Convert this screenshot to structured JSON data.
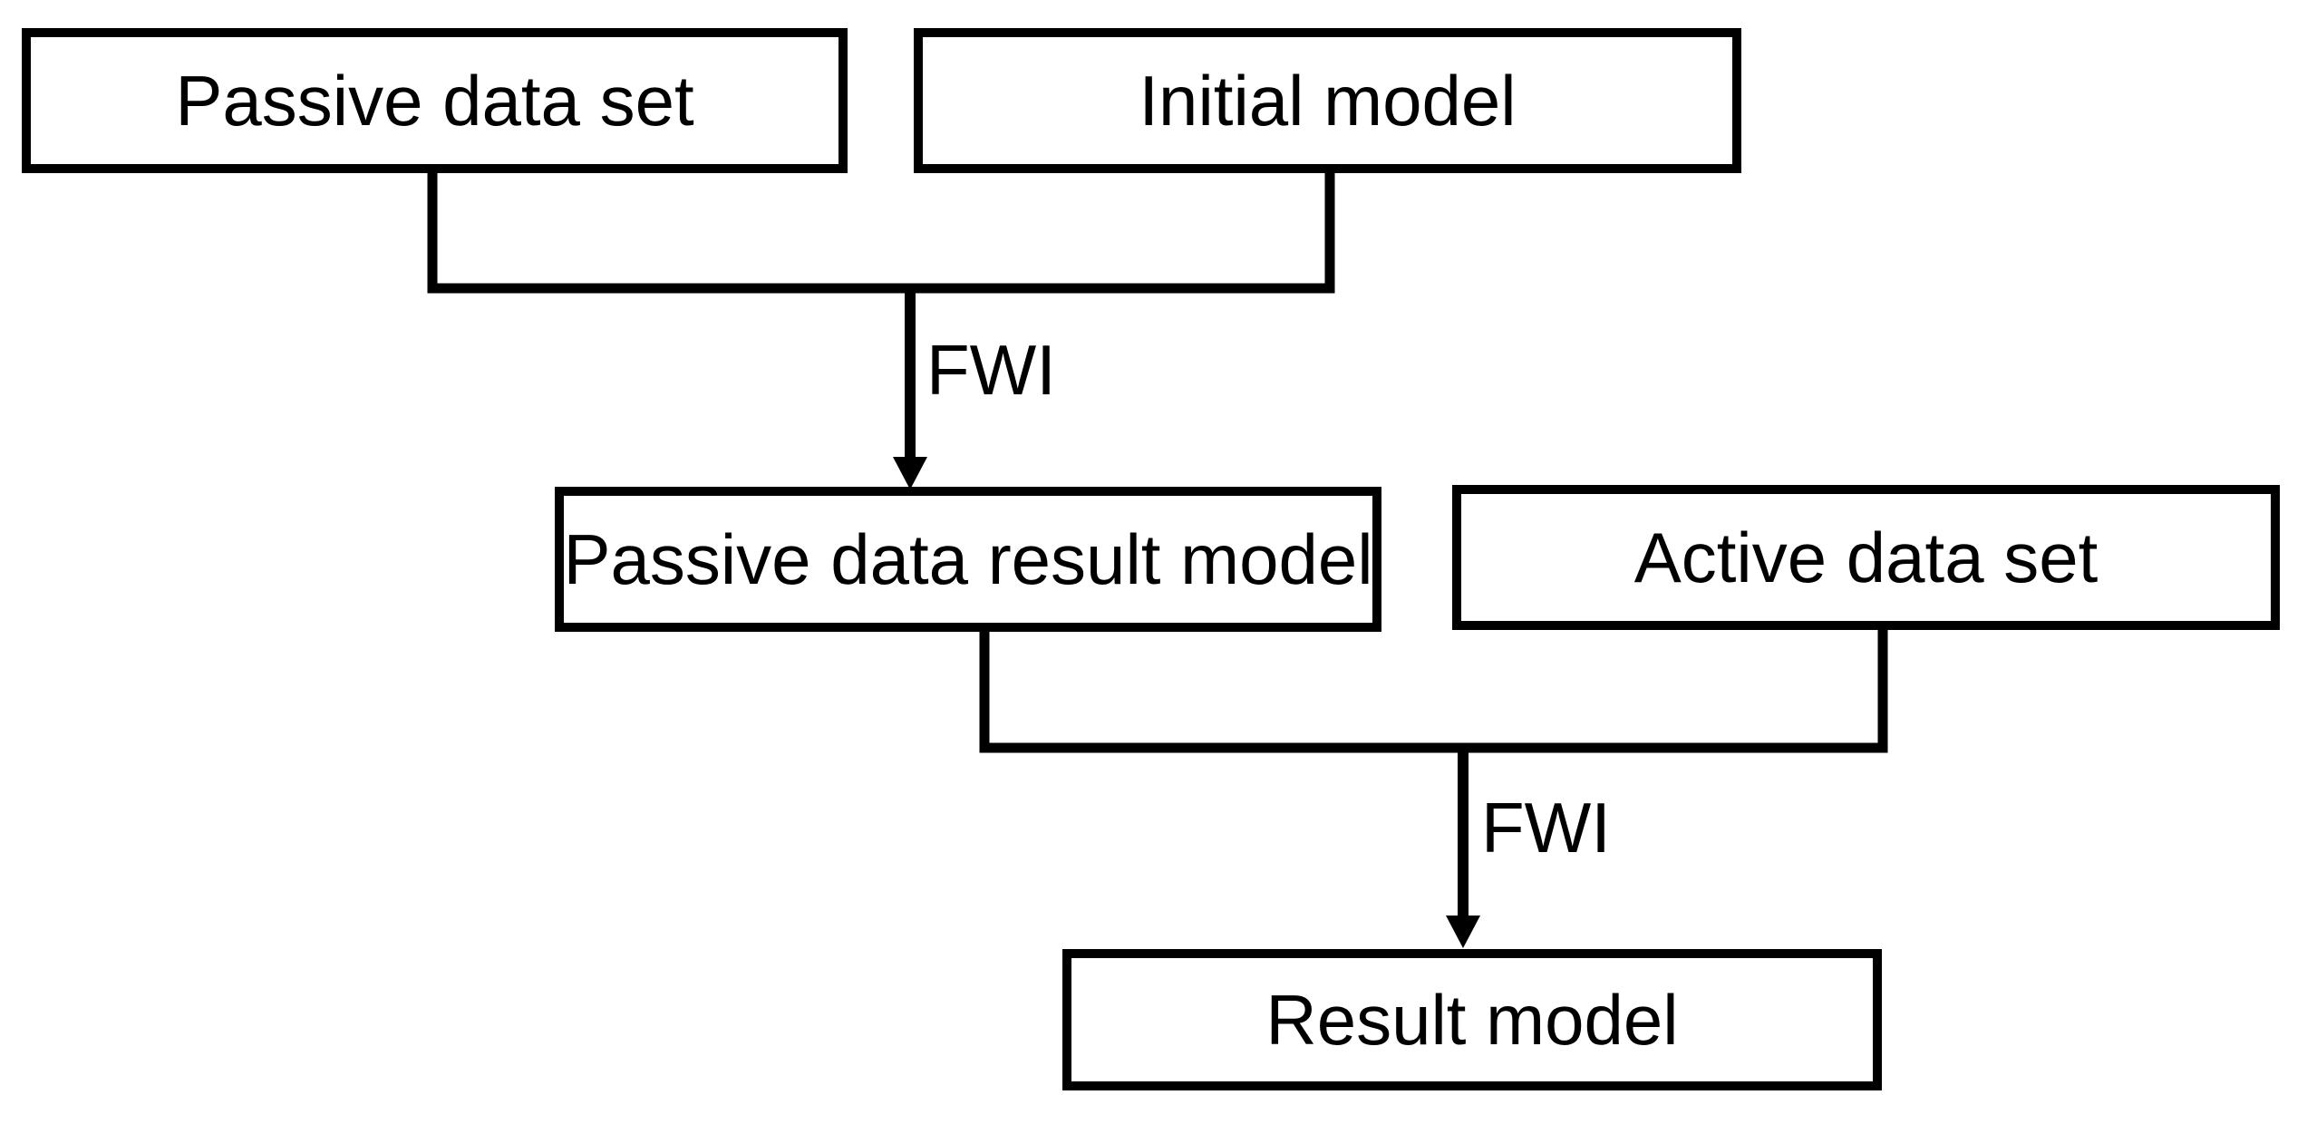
{
  "diagram": {
    "type": "flowchart",
    "background_color": "#ffffff",
    "line_color": "#000000",
    "text_color": "#000000",
    "nodes": [
      {
        "id": "passive-data-set",
        "label": "Passive data set"
      },
      {
        "id": "initial-model",
        "label": "Initial model"
      },
      {
        "id": "passive-data-result-model",
        "label": "Passive data result model"
      },
      {
        "id": "active-data-set",
        "label": "Active data set"
      },
      {
        "id": "result-model",
        "label": "Result model"
      }
    ],
    "edges": [
      {
        "from": [
          "passive-data-set",
          "initial-model"
        ],
        "to": "passive-data-result-model",
        "label": "FWI"
      },
      {
        "from": [
          "passive-data-result-model",
          "active-data-set"
        ],
        "to": "result-model",
        "label": "FWI"
      }
    ]
  }
}
